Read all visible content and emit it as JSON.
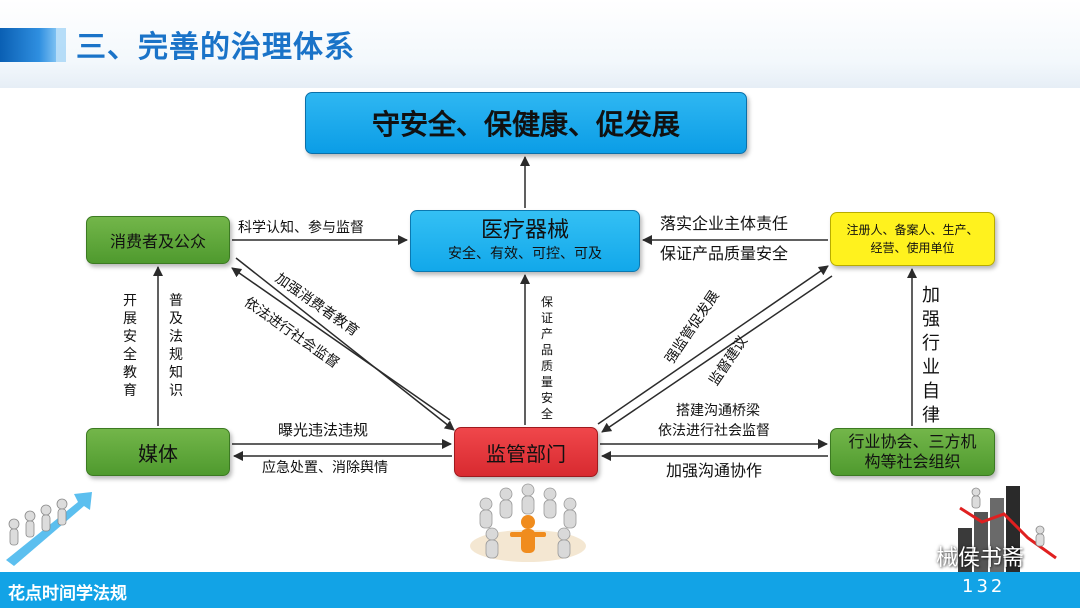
{
  "header": {
    "title": "三、完善的治理体系"
  },
  "nodes": {
    "goal": "守安全、保健康、促发展",
    "device": {
      "title": "医疗器械",
      "sub": "安全、有效、可控、可及"
    },
    "consumer": "消费者及公众",
    "media": "媒体",
    "regulator": "监管部门",
    "enterprise": {
      "line1": "注册人、备案人、生产、",
      "line2": "经营、使用单位"
    },
    "association": {
      "line1": "行业协会、三方机",
      "line2": "构等社会组织"
    }
  },
  "labels": {
    "consumer_to_device": "科学认知、参与监督",
    "enterprise_to_device_1": "落实企业主体责任",
    "enterprise_to_device_2": "保证产品质量安全",
    "media_to_consumer_left": "开展安全教育",
    "media_to_consumer_right": "普及法规知识",
    "reg_to_device": "保证产品质量安全",
    "assoc_to_enterprise": "加强行业自律",
    "diag_left_1": "加强消费者教育",
    "diag_left_2": "依法进行社会监督",
    "diag_right_1": "强监管促发展",
    "diag_right_2": "监督建议",
    "media_reg_top": "曝光违法违规",
    "media_reg_bottom": "应急处置、消除舆情",
    "reg_assoc_top_1": "搭建沟通桥梁",
    "reg_assoc_top_2": "依法进行社会监督",
    "reg_assoc_bottom": "加强沟通协作"
  },
  "footer": {
    "left_text": "花点时间学法规",
    "page_number": "132",
    "watermark": "械侯书斋"
  },
  "colors": {
    "accent_blue": "#12a3e6",
    "goal_blue": "#0b9de6",
    "green": "#4f9a2e",
    "red": "#d82a30",
    "yellow": "#fff21e"
  }
}
